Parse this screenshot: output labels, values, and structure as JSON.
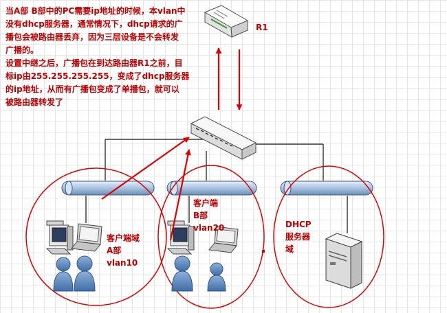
{
  "annotation": {
    "lines": [
      "当A部 B部中的PC需要ip地址的时候，本vlan中",
      "没有dhcp服务器，通常情况下，dhcp请求的广",
      "播包会被路由器丢弃，因为三层设备是不会转发",
      "广播的。",
      "设置中继之后，广播包在到达路由器R1之前，目",
      "标ip由255.255.255.255，变成了dhcp服务器",
      "的ip地址，从而有广播包变成了单播包，就可以",
      "被路由器转发了"
    ]
  },
  "router": {
    "label": "R1"
  },
  "zones": {
    "a": {
      "lines": [
        "客户端域",
        "A部",
        "vlan10"
      ]
    },
    "b": {
      "lines": [
        "客户端",
        "B部",
        "vlan20"
      ]
    },
    "dhcp": {
      "lines": [
        "DHCP",
        "服务器",
        "域"
      ]
    }
  },
  "colors": {
    "annotation": "#c00000",
    "arrow": "#e00000",
    "bus_fill": "#b3c9e3",
    "bus_stroke": "#3d5a80",
    "line": "#111111",
    "user": "#5b84b8"
  },
  "icons": [
    "router-icon",
    "switch-icon",
    "pc-icon",
    "laptop-icon",
    "user-icon",
    "server-icon"
  ]
}
